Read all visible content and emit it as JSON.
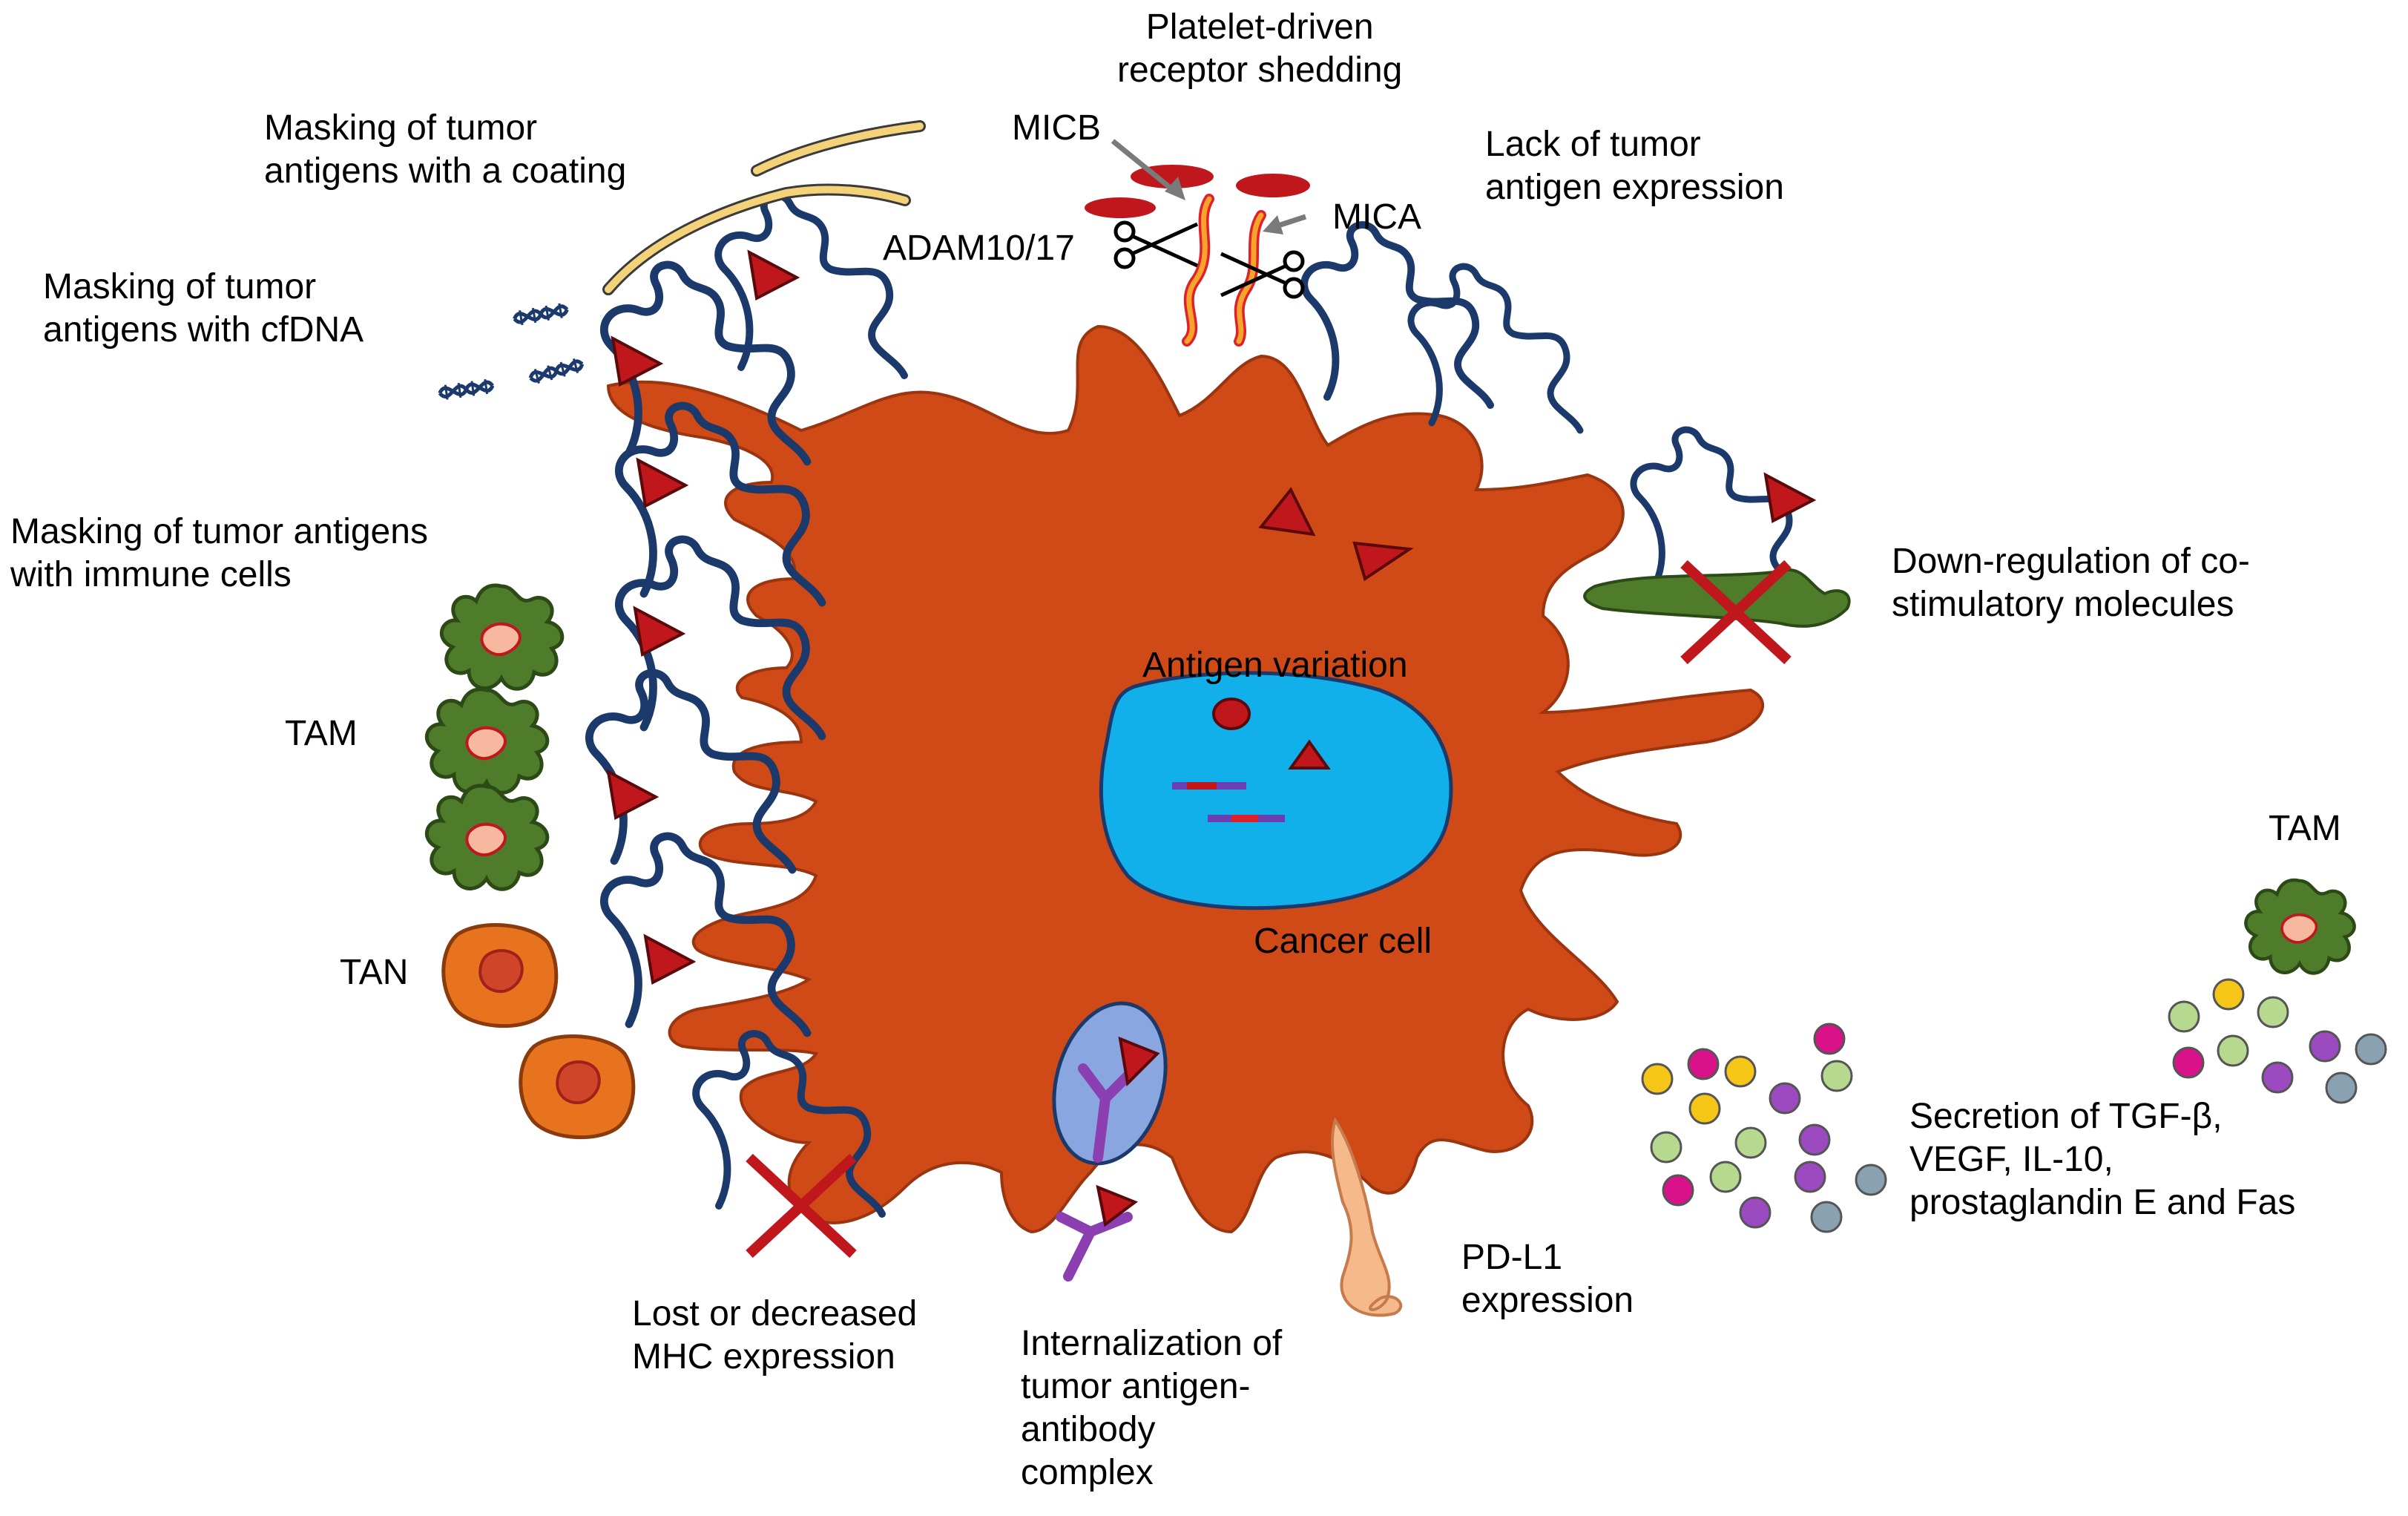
{
  "labels": {
    "platelet": [
      "Platelet-driven",
      "receptor shedding"
    ],
    "micb": "MICB",
    "mica": "MICA",
    "adam": "ADAM10/17",
    "lack": [
      "Lack of tumor",
      "antigen expression"
    ],
    "mask_coating": [
      "Masking of tumor",
      "antigens with a coating"
    ],
    "mask_cfdna": [
      "Masking of tumor",
      "antigens with cfDNA"
    ],
    "mask_immune": [
      "Masking of tumor antigens",
      "with immune cells"
    ],
    "tam_left": "TAM",
    "tan": "TAN",
    "downreg": [
      "Down-regulation of co-",
      "stimulatory molecules"
    ],
    "antigen_variation": "Antigen variation",
    "cancer_cell": "Cancer cell",
    "tam_right": "TAM",
    "secretion": [
      "Secretion of TGF-β,",
      "VEGF, IL-10,",
      "prostaglandin E and Fas"
    ],
    "pdl1": [
      "PD-L1",
      "expression"
    ],
    "mhc": [
      "Lost or decreased",
      "MHC expression"
    ],
    "internalization": [
      "Internalization of",
      "tumor antigen-",
      "antibody",
      "complex"
    ]
  },
  "colors": {
    "cancer_cell": "#cf4a16",
    "nucleus": "#12b0ea",
    "mhc_outline": "#1b3a6b",
    "antigen": "#c0171d",
    "tam": "#4f7c2b",
    "tan": "#e8731e",
    "coating": "#f3d27a",
    "ligand": "#f6a52a",
    "cross": "#c0171d",
    "pdl1": "#f6b98c",
    "antibody": "#8b3fb0",
    "vesicle": "#8aa6e0"
  },
  "icons": [
    "scissors-icon",
    "cross-icon",
    "arrow-icon",
    "antigen-triangle-icon",
    "dna-icon",
    "antibody-icon",
    "cytokine-dot-icon"
  ]
}
